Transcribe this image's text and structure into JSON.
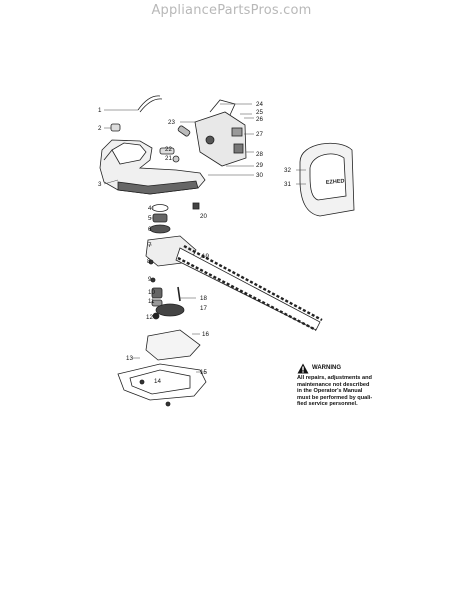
{
  "watermark": "AppliancePartsPros.com",
  "warning": {
    "title": "WARNING",
    "text": "All repairs, adjustments and\nmaintenance not described\nin the Operator's Manual\nmust be performed by quali-\nfied service personnel."
  },
  "callouts": [
    "1",
    "2",
    "3",
    "4",
    "5",
    "6",
    "7",
    "8",
    "9",
    "10",
    "11",
    "12",
    "13",
    "14",
    "15",
    "16",
    "17",
    "18",
    "19",
    "20",
    "21",
    "22",
    "23",
    "24",
    "25",
    "26",
    "27",
    "28",
    "29",
    "30",
    "31",
    "32"
  ],
  "brand_badge": "EZHED"
}
